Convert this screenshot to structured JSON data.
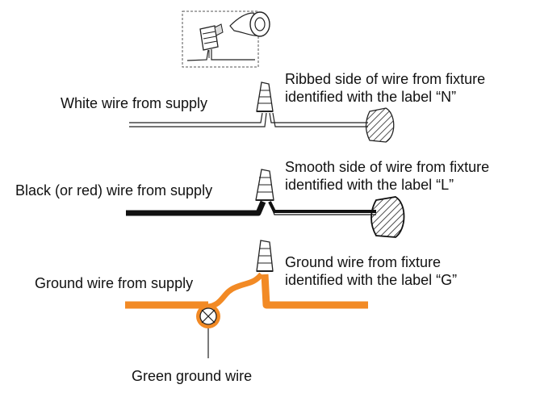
{
  "labels": {
    "white_supply": "White wire from supply",
    "neutral_fixture": [
      "Ribbed side of wire from fixture",
      "identified with the label “N”"
    ],
    "black_supply": "Black (or red) wire from supply",
    "line_fixture": [
      "Smooth side of wire from fixture",
      "identified with the label “L”"
    ],
    "ground_supply": "Ground wire from supply",
    "ground_fixture": [
      "Ground wire from fixture",
      "identified with the label “G”"
    ],
    "green_ground": "Green ground wire"
  },
  "colors": {
    "ground_wire": "#f28a25",
    "black_wire": "#111111",
    "outline": "#222222",
    "inset_border": "#555555"
  },
  "icons": [
    "wire-nut-icon",
    "electrical-tape-icon",
    "ground-screw-icon",
    "wire-end-cap-icon"
  ]
}
